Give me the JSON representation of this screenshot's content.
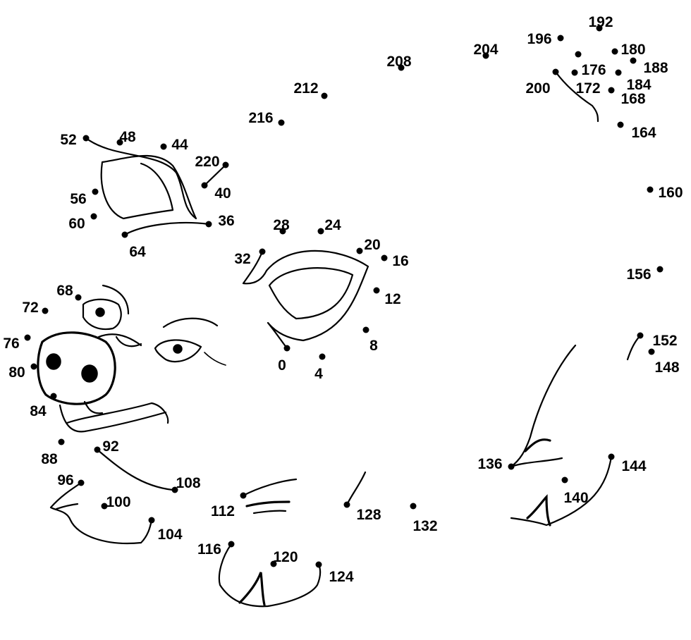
{
  "puzzle": {
    "kind": "connect-the-dots",
    "ink_color": "#000000",
    "background_color": "#ffffff",
    "dot_labels": [
      "0",
      "4",
      "8",
      "12",
      "16",
      "20",
      "24",
      "28",
      "32",
      "36",
      "40",
      "44",
      "48",
      "52",
      "56",
      "60",
      "64",
      "68",
      "72",
      "76",
      "80",
      "84",
      "88",
      "92",
      "96",
      "100",
      "104",
      "108",
      "112",
      "116",
      "120",
      "124",
      "128",
      "132",
      "136",
      "140",
      "144",
      "148",
      "152",
      "156",
      "160",
      "164",
      "168",
      "172",
      "176",
      "180",
      "184",
      "188",
      "192",
      "196",
      "200",
      "204",
      "208",
      "212",
      "216",
      "220"
    ]
  }
}
